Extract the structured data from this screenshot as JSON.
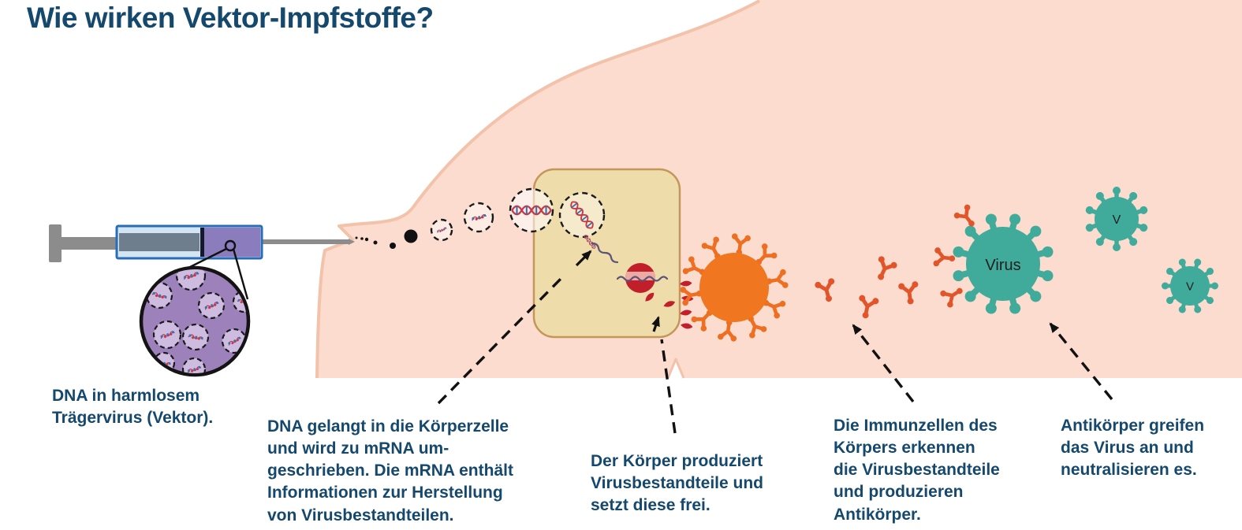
{
  "title": "Wie wirken Vektor-Impfstoffe?",
  "captions": {
    "vector": "DNA in harmlosem\nTrägervirus (Vektor).",
    "cell_entry": "DNA gelangt in die Körperzelle\nund wird zu mRNA um-\ngeschrieben. Die mRNA enthält\nInformationen zur Herstellung\nvon Virusbestandteilen.",
    "release": "Der Körper produziert\nVirusbestandteile und\nsetzt diese frei.",
    "immune": "Die Immunzellen des\nKörpers erkennen\ndie Virusbestandteile\nund produzieren\nAntikörper.",
    "neutralize": "Antikörper greifen\ndas Virus an und\nneutralisieren es."
  },
  "labels": {
    "virus_large": "Virus",
    "virus_small": "V"
  },
  "colors": {
    "heading_text": "#15486d",
    "body_fill": "#fbdcce",
    "body_outline": "#f3c2ab",
    "cell_fill": "#eedcab",
    "cell_outline": "#c49659",
    "vector_purple": "#9d81bb",
    "vector_virus_light": "#cdbce0",
    "syringe_blue": "#2a6cb5",
    "syringe_liquid_purple": "#8a7cbd",
    "virus_component_red": "#c1202b",
    "immune_cell_orange": "#f0761f",
    "antibody_orange": "#e2552b",
    "virus_teal": "#41ab9b",
    "dna_red": "#c43a4b",
    "dna_blue": "#3a6fb0",
    "mrna_purple": "#5c5378"
  }
}
